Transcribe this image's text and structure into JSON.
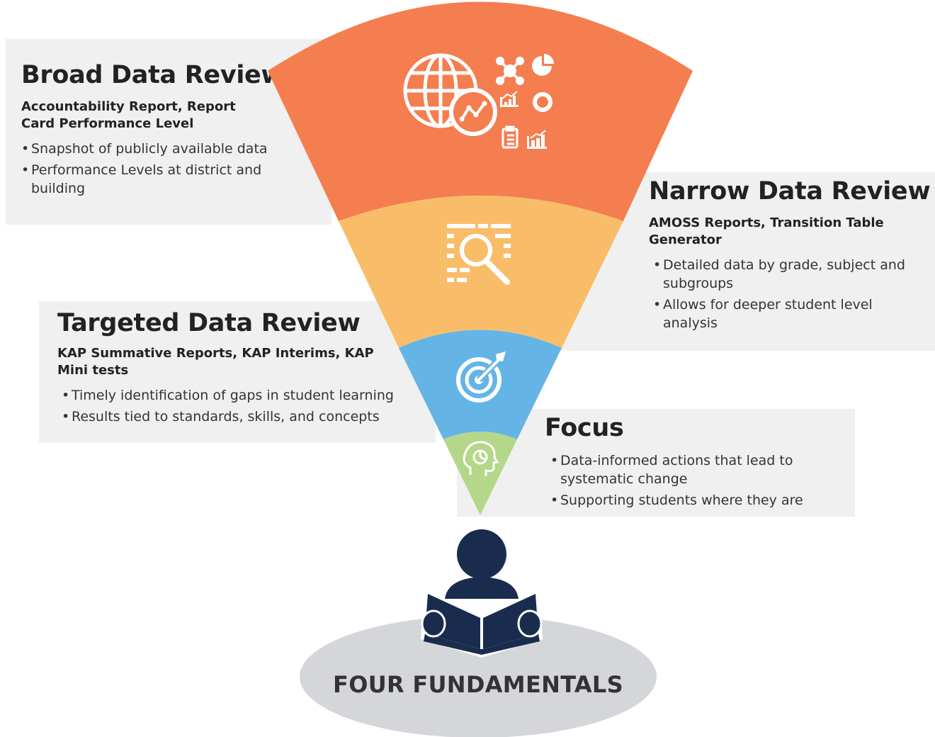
{
  "colors": {
    "broad": "#f47e4f",
    "narrow": "#f9bd6a",
    "targeted": "#64b4e6",
    "focus": "#b4d789",
    "panel": "#f0f0f0",
    "reader": "#1a2c4e",
    "base": "#d5d6da"
  },
  "broad": {
    "title": "Broad Data Review",
    "subtitle": "Accountability Report, Report Card Performance Level",
    "bullets": [
      "Snapshot of publicly available data",
      "Performance Levels at district and building"
    ],
    "icons": [
      "globe-analytics-icon",
      "network-icon",
      "pie-chart-icon",
      "bar-chart-icon",
      "donut-chart-icon",
      "checklist-icon",
      "growth-chart-icon"
    ]
  },
  "narrow": {
    "title": "Narrow Data Review",
    "subtitle": "AMOSS Reports, Transition Table Generator",
    "bullets": [
      "Detailed data by grade, subject and subgroups",
      "Allows for deeper student level analysis"
    ],
    "icon": "magnifier-data-icon"
  },
  "targeted": {
    "title": "Targeted Data Review",
    "subtitle": "KAP Summative Reports, KAP Interims, KAP Mini tests",
    "bullets": [
      "Timely identification of gaps in student learning",
      "Results tied to standards, skills, and concepts"
    ],
    "icon": "target-icon"
  },
  "focus": {
    "title": "Focus",
    "bullets": [
      "Data-informed actions that lead to systematic change",
      "Supporting students where they are"
    ],
    "icon": "head-chart-icon"
  },
  "foundation": {
    "label": "FOUR FUNDAMENTALS",
    "icon": "reader-icon"
  }
}
